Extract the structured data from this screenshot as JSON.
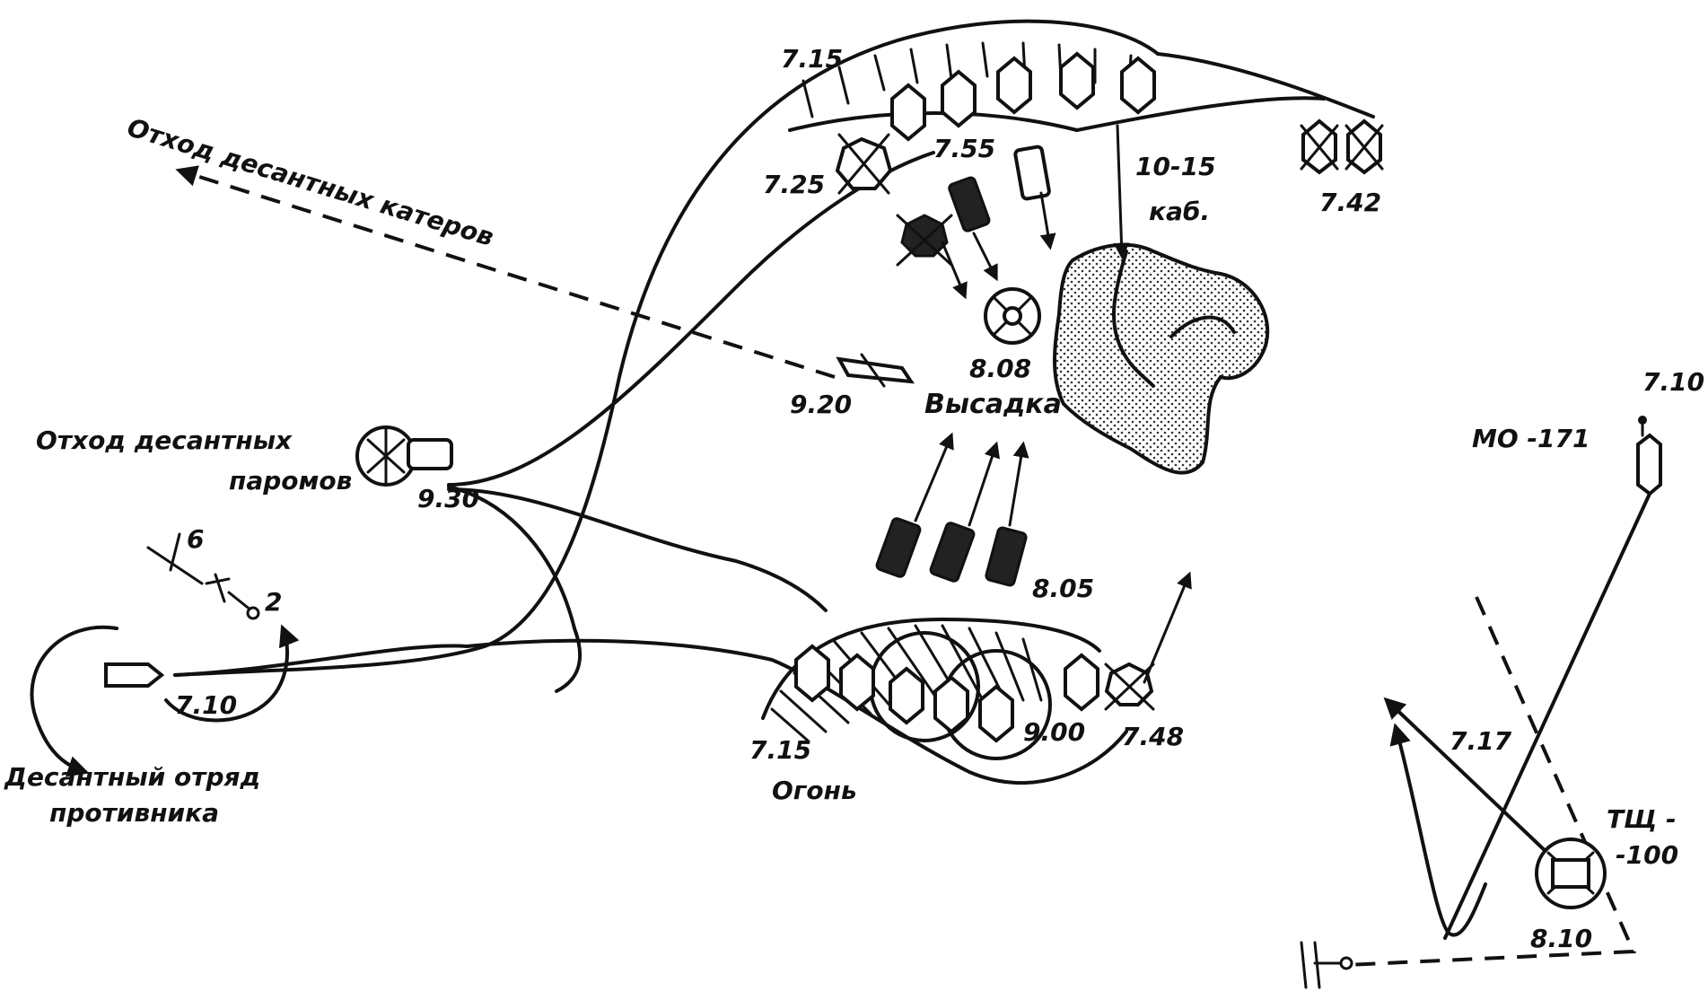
{
  "labels": {
    "t_715_top": "7.15",
    "t_755": "7.55",
    "t_725": "7.25",
    "dist": "10-15",
    "dist_unit": "каб.",
    "t_742": "7.42",
    "retreat_boats": "Отход десантных катеров",
    "t_808": "8.08",
    "t_920": "9.20",
    "landing": "Высадка",
    "retreat_ferries_1": "Отход десантных",
    "retreat_ferries_2": "паромов",
    "t_930": "9.30",
    "six": "6",
    "two": "2",
    "t_710_left": "7.10",
    "enemy_1": "Десантный отряд",
    "enemy_2": "противника",
    "t_805": "8.05",
    "t_715_bottom": "7.15",
    "fire": "Огонь",
    "t_900": "9.00",
    "t_748": "7.48",
    "t_710_right": "7.10",
    "mo171": "МО -171",
    "t_717": "7.17",
    "tsh_1": "ТЩ -",
    "tsh_2": "-100",
    "t_810": "8.10"
  },
  "colors": {
    "ink": "#111111",
    "paper": "#ffffff",
    "island": "#cfcfcf"
  }
}
